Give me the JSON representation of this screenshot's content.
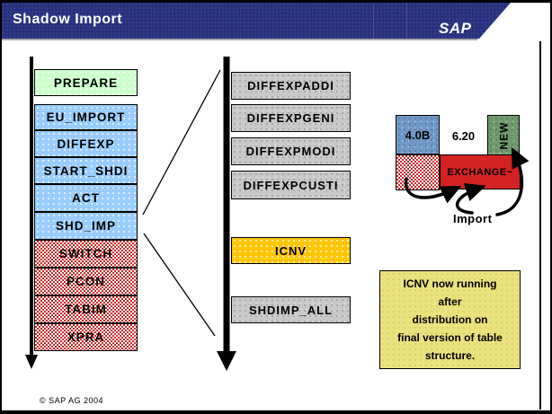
{
  "slide": {
    "title": "Shadow Import",
    "logo": "SAP",
    "footer": "©  SAP AG 2004"
  },
  "left_column": {
    "items": [
      {
        "label": "PREPARE",
        "type": "green"
      },
      {
        "label": "EU_IMPORT",
        "type": "blue"
      },
      {
        "label": "DIFFEXP",
        "type": "blue"
      },
      {
        "label": "START_SHDI",
        "type": "blue"
      },
      {
        "label": "ACT",
        "type": "blue"
      },
      {
        "label": "SHD_IMP",
        "type": "blue"
      },
      {
        "label": "SWITCH",
        "type": "red-checker"
      },
      {
        "label": "PCON",
        "type": "red-checker"
      },
      {
        "label": "TABIM",
        "type": "red-checker"
      },
      {
        "label": "XPRA",
        "type": "red-checker"
      }
    ]
  },
  "middle_column": {
    "items": [
      {
        "label": "DIFFEXPADDI",
        "type": "gray"
      },
      {
        "label": "DIFFEXPGENI",
        "type": "gray"
      },
      {
        "label": "DIFFEXPMODI",
        "type": "gray"
      },
      {
        "label": "DIFFEXPCUSTI",
        "type": "gray"
      },
      {
        "label": "ICNV",
        "type": "yellow"
      },
      {
        "label": "SHDIMP_ALL",
        "type": "gray"
      }
    ]
  },
  "version_diagram": {
    "old_version": "4.0B",
    "target_version": "6.20",
    "new_label": "NEW",
    "exchange_label": "EXCHANGE~",
    "import_label": "Import"
  },
  "note": {
    "lines": [
      "ICNV now running",
      "after",
      "distribution on",
      "final version of table",
      "structure."
    ]
  },
  "colors": {
    "header_blue": "#28317E",
    "prepare_green": "#CCFFCC",
    "phase_blue": "#99CCFF",
    "detail_gray": "#C8C8C8",
    "icnv_yellow": "#FFC606",
    "downtime_red": "#CC2B2B",
    "exchange_red": "#D42222",
    "old_version_blue": "#7098C7",
    "new_green": "#6E9A6C",
    "note_yellow": "#EAE27F"
  }
}
